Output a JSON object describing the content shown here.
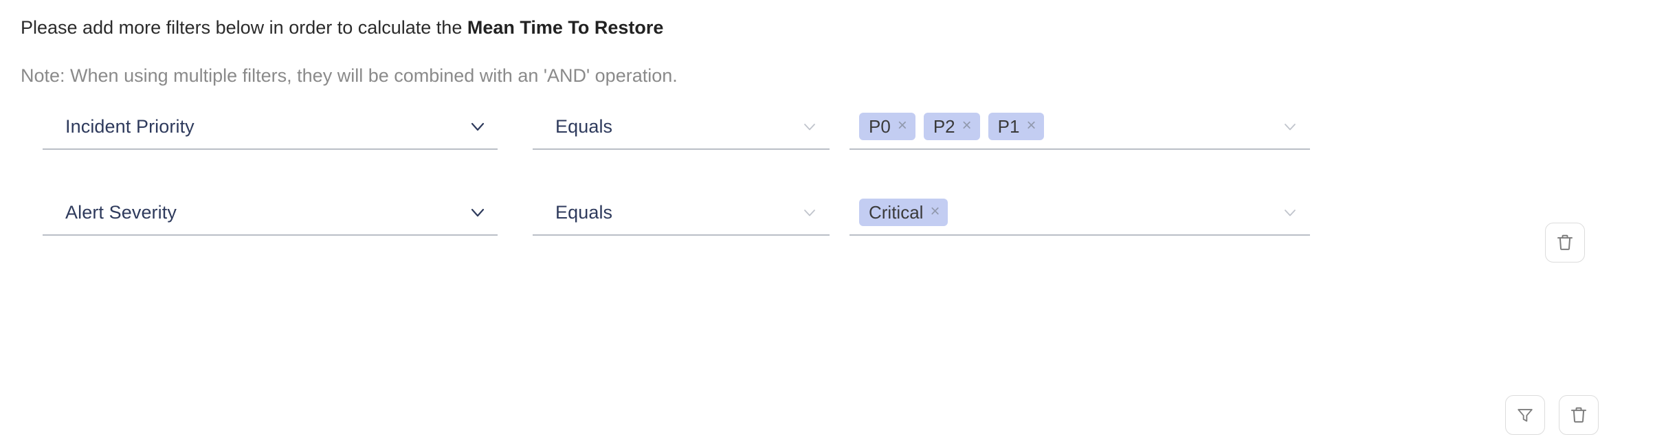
{
  "heading": {
    "text_before": "Please add more filters below in order to calculate the ",
    "emphasis": "Mean Time To Restore"
  },
  "note": {
    "text": "Note: When using multiple filters, they will be combined with an 'AND' operation."
  },
  "colors": {
    "chip_background": "#c3cdf2",
    "field_text": "#2e3a5c",
    "note_text": "#8a8a8a",
    "underline": "#b9bec6",
    "icon_stroke": "#7d7d7d"
  },
  "filters": [
    {
      "field": {
        "value": "Incident Priority",
        "chevron": "chevron-down-icon"
      },
      "operator": {
        "value": "Equals",
        "chevron": "chevron-down-icon"
      },
      "values": [
        {
          "label": "P0",
          "remove": "×"
        },
        {
          "label": "P2",
          "remove": "×"
        },
        {
          "label": "P1",
          "remove": "×"
        }
      ],
      "value_chevron": "chevron-down-icon",
      "actions": [
        {
          "name": "delete-filter-button",
          "icon": "trash-icon"
        }
      ]
    },
    {
      "field": {
        "value": "Alert Severity",
        "chevron": "chevron-down-icon"
      },
      "operator": {
        "value": "Equals",
        "chevron": "chevron-down-icon"
      },
      "values": [
        {
          "label": "Critical",
          "remove": "×"
        }
      ],
      "value_chevron": "chevron-down-icon",
      "actions": [
        {
          "name": "add-filter-button",
          "icon": "funnel-icon"
        },
        {
          "name": "delete-filter-button",
          "icon": "trash-icon"
        }
      ]
    }
  ]
}
